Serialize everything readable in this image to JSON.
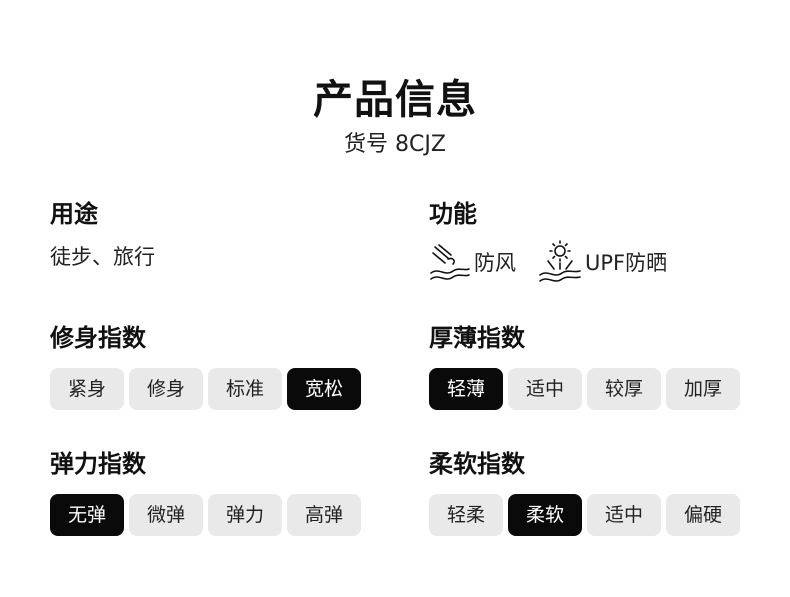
{
  "header": {
    "title": "产品信息",
    "sku": "货号 8CJZ"
  },
  "usage": {
    "title": "用途",
    "value": "徒步、旅行"
  },
  "function": {
    "title": "功能",
    "items": [
      {
        "label": "防风",
        "icon": "wind-icon"
      },
      {
        "label": "UPF防晒",
        "icon": "sun-protection-icon"
      }
    ]
  },
  "fit_index": {
    "title": "修身指数",
    "options": [
      "紧身",
      "修身",
      "标准",
      "宽松"
    ],
    "selected": "宽松"
  },
  "thickness_index": {
    "title": "厚薄指数",
    "options": [
      "轻薄",
      "适中",
      "较厚",
      "加厚"
    ],
    "selected": "轻薄"
  },
  "stretch_index": {
    "title": "弹力指数",
    "options": [
      "无弹",
      "微弹",
      "弹力",
      "高弹"
    ],
    "selected": "无弹"
  },
  "softness_index": {
    "title": "柔软指数",
    "options": [
      "轻柔",
      "柔软",
      "适中",
      "偏硬"
    ],
    "selected": "柔软"
  },
  "colors": {
    "chip_bg": "#e9e9e9",
    "chip_active_bg": "#0a0a0a",
    "text": "#111111"
  }
}
